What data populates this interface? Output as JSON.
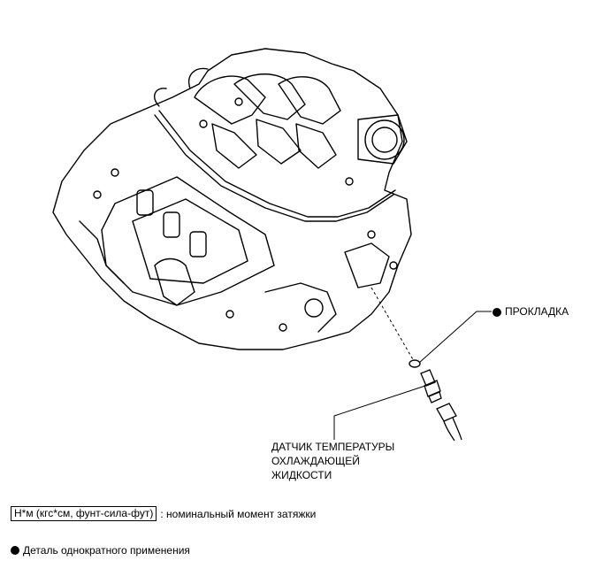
{
  "callouts": {
    "gasket": "ПРОКЛАДКА",
    "sensor_lines": [
      "ДАТЧИК ТЕМПЕРАТУРЫ",
      "ОХЛАЖДАЮЩЕЙ",
      "ЖИДКОСТИ"
    ]
  },
  "legend": {
    "torque_unit": "Н*м (кгс*см, фунт-сила-фут)",
    "torque_text": ": номинальный момент затяжки",
    "one_time_text": "Деталь однократного применения"
  },
  "icons": {
    "bullet": "filled-circle-icon"
  }
}
